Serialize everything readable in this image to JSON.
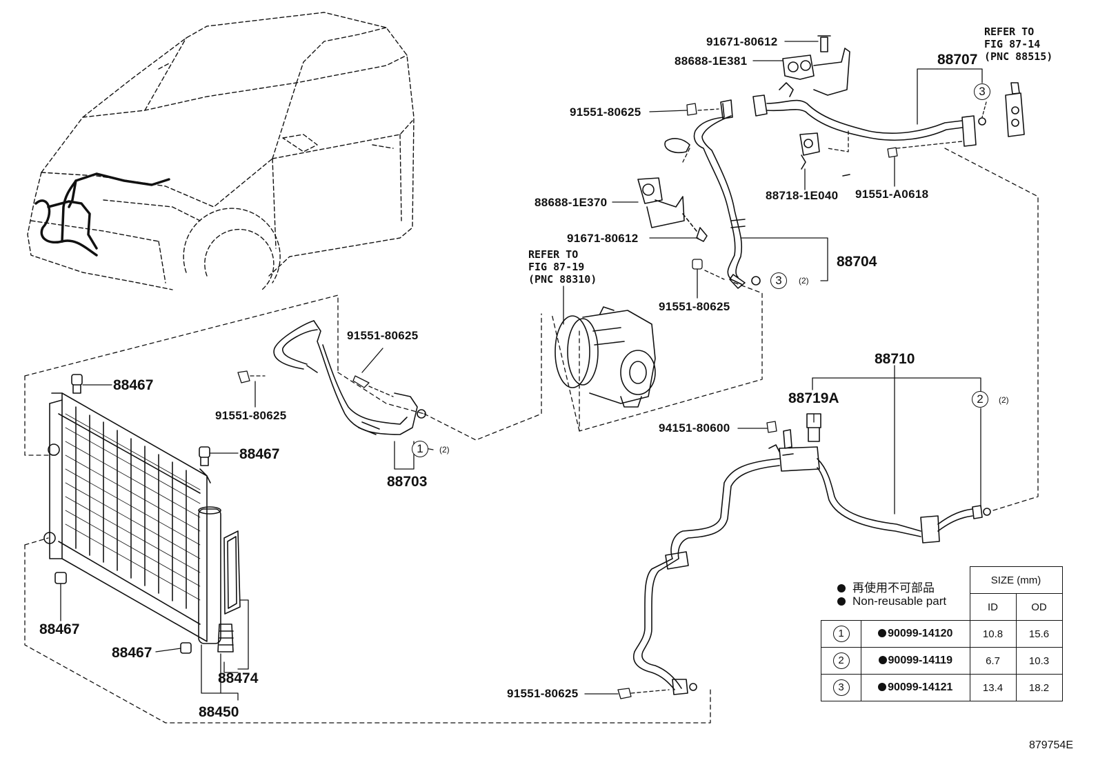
{
  "parts": {
    "p91671_80612_top": "91671-80612",
    "p88688_1E381": "88688-1E381",
    "p91551_80625_a": "91551-80625",
    "p88688_1E370": "88688-1E370",
    "p91671_80612_mid": "91671-80612",
    "p88718_1E040": "88718-1E040",
    "p91551_A0618": "91551-A0618",
    "p88704": "88704",
    "p91551_80625_b": "91551-80625",
    "p88707": "88707",
    "p91551_80625_c": "91551-80625",
    "p91551_80625_d": "91551-80625",
    "p88703": "88703",
    "p88467_a": "88467",
    "p88467_b": "88467",
    "p88467_c": "88467",
    "p88467_d": "88467",
    "p88474": "88474",
    "p88450": "88450",
    "p88710": "88710",
    "p88719A": "88719A",
    "p94151_80600": "94151-80600",
    "p91551_80625_e": "91551-80625"
  },
  "refs": {
    "ref_87_14": "REFER TO\nFIG 87-14\n(PNC 88515)",
    "ref_87_19": "REFER TO\nFIG 87-19\n(PNC 88310)"
  },
  "qty_2": "(2)",
  "circles": {
    "one": "1",
    "two": "2",
    "three": "3"
  },
  "legend": {
    "line_jp": "再使用不可部品",
    "line_en": "Non-reusable part"
  },
  "size_table": {
    "header": "SIZE (mm)",
    "col_id": "ID",
    "col_od": "OD",
    "rows": [
      {
        "key": "1",
        "part": "90099-14120",
        "id": "10.8",
        "od": "15.6"
      },
      {
        "key": "2",
        "part": "90099-14119",
        "id": "6.7",
        "od": "10.3"
      },
      {
        "key": "3",
        "part": "90099-14121",
        "id": "13.4",
        "od": "18.2"
      }
    ]
  },
  "figure_number": "879754E"
}
